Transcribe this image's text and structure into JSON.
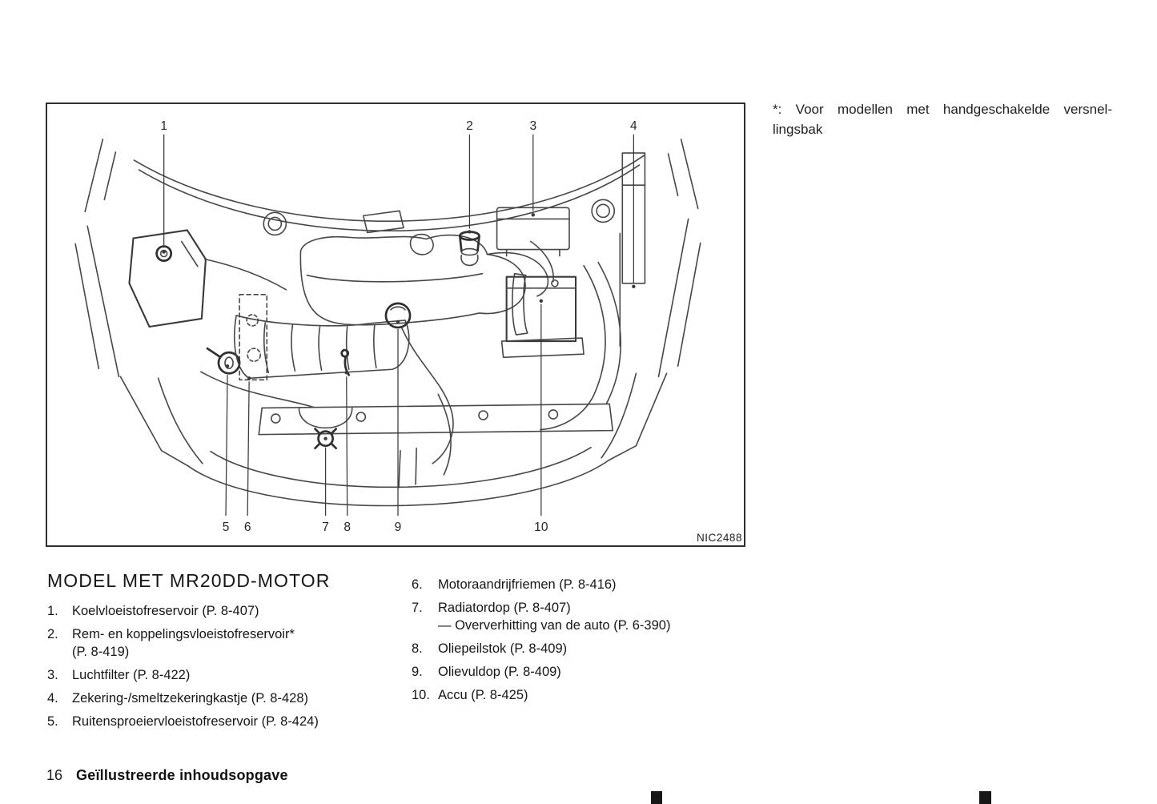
{
  "note": {
    "line1": "*: Voor modellen met handgeschakelde versnel-",
    "line2": "lingsbak"
  },
  "figure": {
    "code": "NIC2488",
    "callouts": [
      {
        "label": "1"
      },
      {
        "label": "2"
      },
      {
        "label": "3"
      },
      {
        "label": "4"
      },
      {
        "label": "5"
      },
      {
        "label": "6"
      },
      {
        "label": "7"
      },
      {
        "label": "8"
      },
      {
        "label": "9"
      },
      {
        "label": "10"
      }
    ]
  },
  "section": {
    "heading": "MODEL MET MR20DD-MOTOR",
    "items_left": [
      {
        "num": "1.",
        "text": "Koelvloeistofreservoir (P. 8-407)"
      },
      {
        "num": "2.",
        "text": "Rem- en koppelingsvloeistofreservoir*",
        "text2": "(P. 8-419)"
      },
      {
        "num": "3.",
        "text": "Luchtfilter (P. 8-422)"
      },
      {
        "num": "4.",
        "text": "Zekering-/smeltzekeringkastje (P. 8-428)"
      },
      {
        "num": "5.",
        "text": "Ruitensproeiervloeistofreservoir (P. 8-424)"
      }
    ],
    "items_right": [
      {
        "num": "6.",
        "text": "Motoraandrijfriemen (P. 8-416)"
      },
      {
        "num": "7.",
        "text": "Radiatordop (P. 8-407)",
        "text2": "— Oververhitting van de auto (P. 6-390)"
      },
      {
        "num": "8.",
        "text": "Oliepeilstok (P. 8-409)"
      },
      {
        "num": "9.",
        "text": "Olievuldop (P. 8-409)"
      },
      {
        "num": "10.",
        "text": "Accu (P. 8-425)"
      }
    ]
  },
  "footer": {
    "page_number": "16",
    "title": "Geïllustreerde inhoudsopgave"
  },
  "colors": {
    "ink": "#1a1a1a",
    "diagram_line": "#474747",
    "tab_mark": "#171717"
  }
}
